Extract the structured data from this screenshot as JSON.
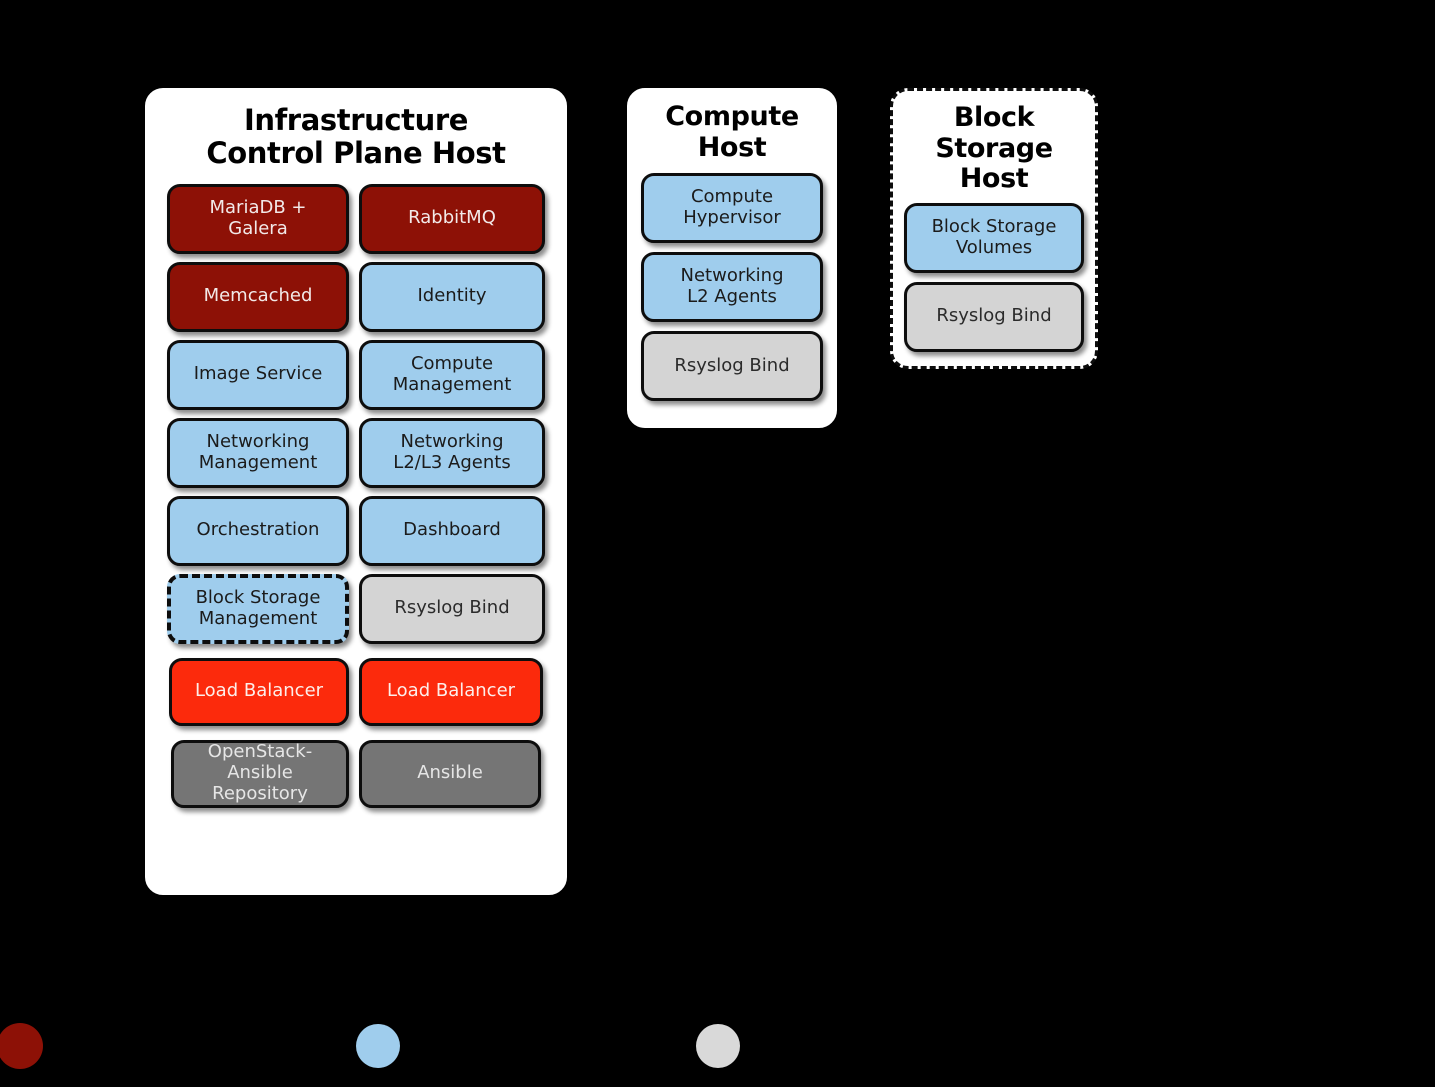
{
  "background_color": "#000000",
  "panels": [
    {
      "id": "infrastructure-control-plane-host",
      "title": "Infrastructure\nControl Plane Host",
      "border_style": "solid",
      "columns": 2,
      "boxes": [
        {
          "label": "MariaDB +\nGalera",
          "color": "#8d1106",
          "variant": "darkred",
          "border": "solid"
        },
        {
          "label": "RabbitMQ",
          "color": "#8d1106",
          "variant": "darkred",
          "border": "solid"
        },
        {
          "label": "Memcached",
          "color": "#8d1106",
          "variant": "darkred",
          "border": "solid"
        },
        {
          "label": "Identity",
          "color": "#9fcded",
          "variant": "blue",
          "border": "solid"
        },
        {
          "label": "Image Service",
          "color": "#9fcded",
          "variant": "blue",
          "border": "solid"
        },
        {
          "label": "Compute\nManagement",
          "color": "#9fcded",
          "variant": "blue",
          "border": "solid"
        },
        {
          "label": "Networking\nManagement",
          "color": "#9fcded",
          "variant": "blue",
          "border": "solid"
        },
        {
          "label": "Networking\nL2/L3 Agents",
          "color": "#9fcded",
          "variant": "blue",
          "border": "solid"
        },
        {
          "label": "Orchestration",
          "color": "#9fcded",
          "variant": "blue",
          "border": "solid"
        },
        {
          "label": "Dashboard",
          "color": "#9fcded",
          "variant": "blue",
          "border": "solid"
        },
        {
          "label": "Block Storage\nManagement",
          "color": "#9fcded",
          "variant": "blue",
          "border": "dash-dot"
        },
        {
          "label": "Rsyslog Bind",
          "color": "#d4d4d4",
          "variant": "gray",
          "border": "solid"
        },
        {
          "label": "Load Balancer",
          "color": "#fc2a0c",
          "variant": "red",
          "border": "solid"
        },
        {
          "label": "Load Balancer",
          "color": "#fc2a0c",
          "variant": "red",
          "border": "solid"
        },
        {
          "label": "OpenStack-\nAnsible\nRepository",
          "color": "#757575",
          "variant": "darkgray",
          "border": "solid"
        },
        {
          "label": "Ansible",
          "color": "#757575",
          "variant": "darkgray",
          "border": "solid"
        }
      ]
    },
    {
      "id": "compute-host",
      "title": "Compute\nHost",
      "border_style": "solid",
      "columns": 1,
      "boxes": [
        {
          "label": "Compute\nHypervisor",
          "color": "#9fcded",
          "variant": "blue",
          "border": "solid"
        },
        {
          "label": "Networking\nL2 Agents",
          "color": "#9fcded",
          "variant": "blue",
          "border": "solid"
        },
        {
          "label": "Rsyslog Bind",
          "color": "#d4d4d4",
          "variant": "gray",
          "border": "solid"
        }
      ]
    },
    {
      "id": "block-storage-host",
      "title": "Block\nStorage\nHost",
      "border_style": "dashed",
      "columns": 1,
      "boxes": [
        {
          "label": "Block Storage\nVolumes",
          "color": "#9fcded",
          "variant": "blue",
          "border": "solid"
        },
        {
          "label": "Rsyslog Bind",
          "color": "#d4d4d4",
          "variant": "gray",
          "border": "solid"
        }
      ]
    }
  ],
  "legend": {
    "items": [
      {
        "icon": "legend-dot-dark-red",
        "color": "#8d1106",
        "label": ""
      },
      {
        "icon": "legend-dot-light-blue",
        "color": "#9fcded",
        "label": ""
      },
      {
        "icon": "legend-dot-light-gray",
        "color": "#d9d9d9",
        "label": ""
      }
    ]
  }
}
